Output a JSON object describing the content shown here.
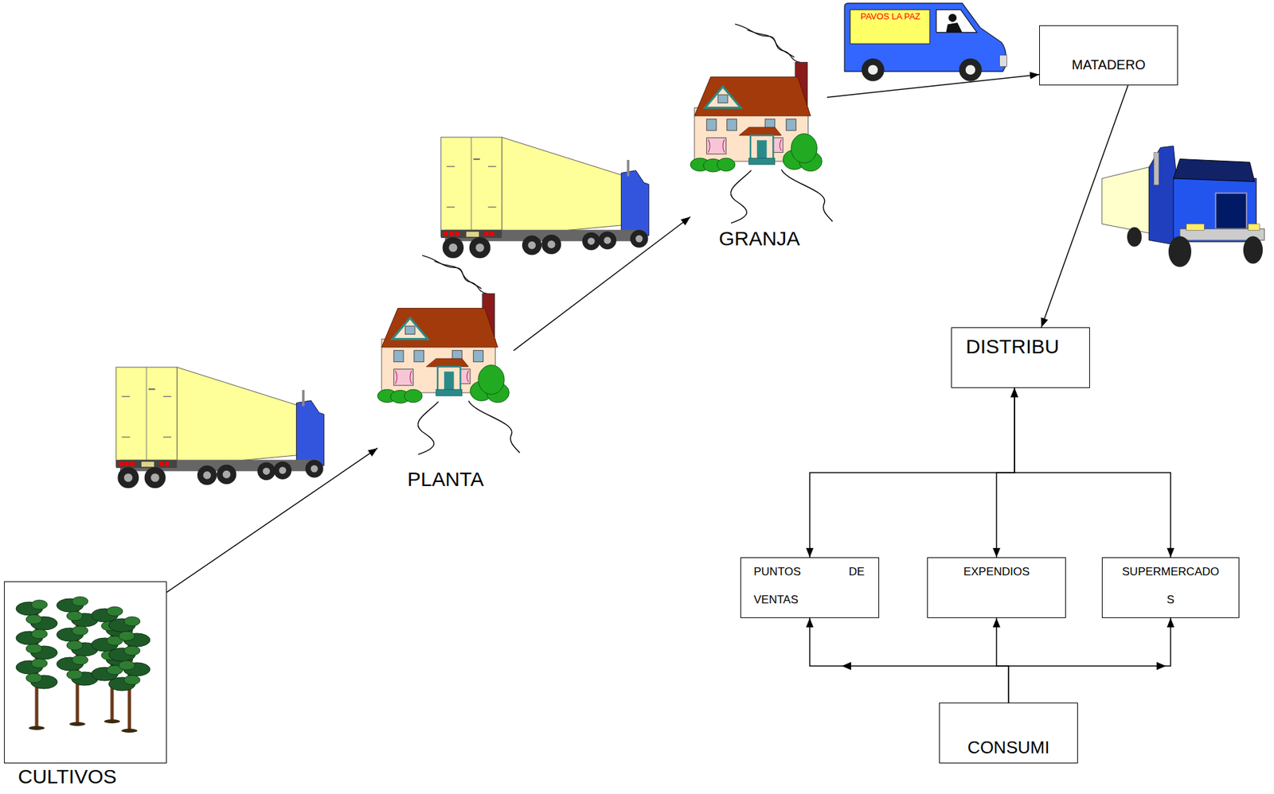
{
  "diagram": {
    "nodes": [
      {
        "text": [
          "CULTIVOS"
        ]
      },
      {
        "text": [
          "PLANTA"
        ]
      },
      {
        "text": [
          "GRANJA"
        ]
      },
      {
        "text": [
          "MATADERO"
        ]
      },
      {
        "text": [
          "DISTRIBU"
        ]
      },
      {
        "text": [
          "PUNTOS DE VENTAS"
        ]
      },
      {
        "text": [
          "EXPENDIOS"
        ]
      },
      {
        "text": [
          "SUPERMERCADO S"
        ]
      },
      {
        "text": [
          "CONSUMI"
        ]
      }
    ],
    "edges": [
      {
        "from": 0,
        "to": 1,
        "arrow": "to"
      },
      {
        "from": 1,
        "to": 2,
        "arrow": "to"
      },
      {
        "from": 2,
        "to": 3,
        "arrow": "to"
      },
      {
        "from": 3,
        "to": 4,
        "arrow": "to"
      },
      {
        "from": 4,
        "to": 5,
        "arrow": "both"
      },
      {
        "from": 4,
        "to": 6,
        "arrow": "both"
      },
      {
        "from": 4,
        "to": 7,
        "arrow": "both"
      },
      {
        "from": 8,
        "to": 5,
        "arrow": "to"
      },
      {
        "from": 8,
        "to": 6,
        "arrow": "to"
      },
      {
        "from": 8,
        "to": 7,
        "arrow": "to"
      }
    ],
    "labels": [
      "PAVOS LA PAZ"
    ]
  }
}
